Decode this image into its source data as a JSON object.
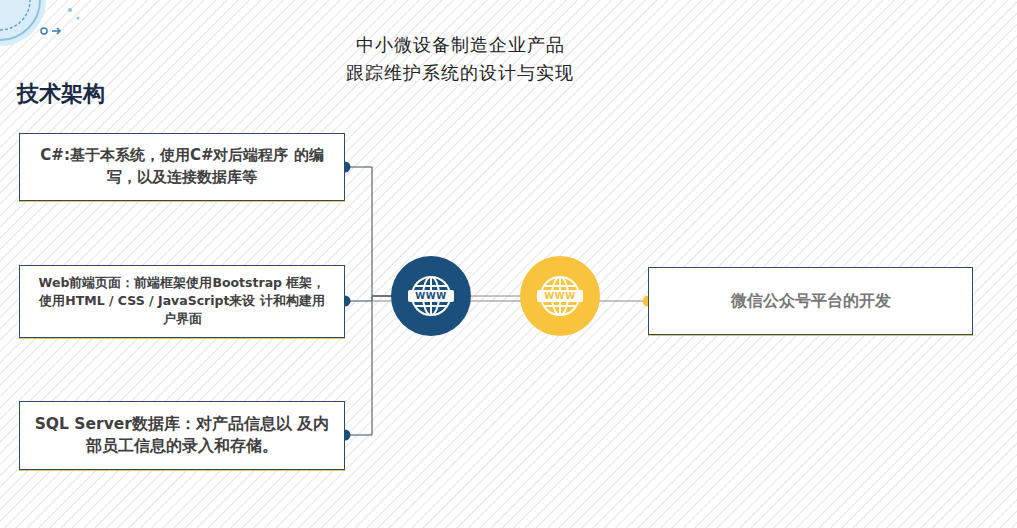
{
  "diagram": {
    "title": "中小微设备制造企业产品 跟踪维护系统的设计与实现",
    "nodes": [
      {
        "text": [
          "C#:基于本系统，使用C#对后端程序 的编写，以及连接数据库等"
        ]
      },
      {
        "text": [
          "Web前端页面：前端框架使用Bootstrap 框架，使用HTML / CSS / JavaScript来设 计和构建用户界面"
        ]
      },
      {
        "text": [
          "SQL Server数据库：对产品信息以 及内部员工信息的录入和存储。"
        ]
      },
      {
        "text": [
          "WWW"
        ]
      },
      {
        "text": [
          "WWW"
        ]
      },
      {
        "text": [
          "微信公众号平台的开发"
        ]
      }
    ],
    "edges": [
      {
        "from": 0,
        "to": 3,
        "arrow": "none"
      },
      {
        "from": 1,
        "to": 3,
        "arrow": "none"
      },
      {
        "from": 2,
        "to": 3,
        "arrow": "none"
      },
      {
        "from": 4,
        "to": 5,
        "arrow": "none"
      }
    ],
    "labels": [
      "技术架构"
    ]
  }
}
